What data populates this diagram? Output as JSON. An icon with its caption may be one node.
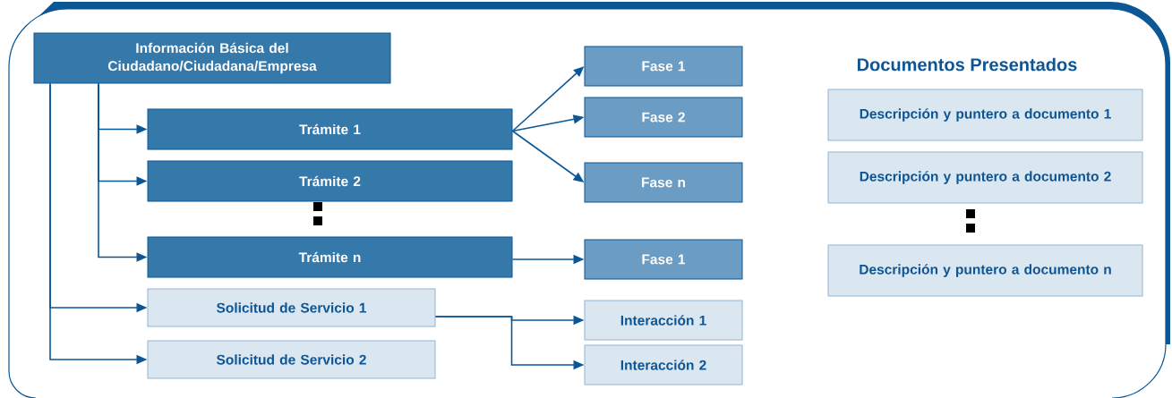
{
  "diagram": {
    "nodes": [
      {
        "text": [
          "Información Básica del Ciudadano/Ciudadana/Empresa"
        ]
      },
      {
        "text": [
          "Trámite 1"
        ]
      },
      {
        "text": [
          "Trámite 2"
        ]
      },
      {
        "text": [
          "Trámite n"
        ]
      },
      {
        "text": [
          "Solicitud de Servicio 1"
        ]
      },
      {
        "text": [
          "Solicitud de Servicio 2"
        ]
      },
      {
        "text": [
          "Fase 1"
        ]
      },
      {
        "text": [
          "Fase 2"
        ]
      },
      {
        "text": [
          "Fase n"
        ]
      },
      {
        "text": [
          "Fase 1"
        ]
      },
      {
        "text": [
          "Interacción 1"
        ]
      },
      {
        "text": [
          "Interacción 2"
        ]
      },
      {
        "text": [
          "Descripción y puntero a documento 1"
        ]
      },
      {
        "text": [
          "Descripción y puntero a documento 2"
        ]
      },
      {
        "text": [
          "Descripción y puntero a documento n"
        ]
      }
    ],
    "edges": [
      {
        "from": 0,
        "to": 1,
        "arrow": "to"
      },
      {
        "from": 0,
        "to": 2,
        "arrow": "to"
      },
      {
        "from": 0,
        "to": 3,
        "arrow": "to"
      },
      {
        "from": 0,
        "to": 4,
        "arrow": "to"
      },
      {
        "from": 0,
        "to": 5,
        "arrow": "to"
      },
      {
        "from": 1,
        "to": 6,
        "arrow": "to"
      },
      {
        "from": 1,
        "to": 7,
        "arrow": "to"
      },
      {
        "from": 1,
        "to": 8,
        "arrow": "to"
      },
      {
        "from": 3,
        "to": 9,
        "arrow": "to"
      },
      {
        "from": 4,
        "to": 10,
        "arrow": "to"
      },
      {
        "from": 4,
        "to": 11,
        "arrow": "to"
      }
    ],
    "labels": [
      "Documentos Presentados"
    ]
  }
}
